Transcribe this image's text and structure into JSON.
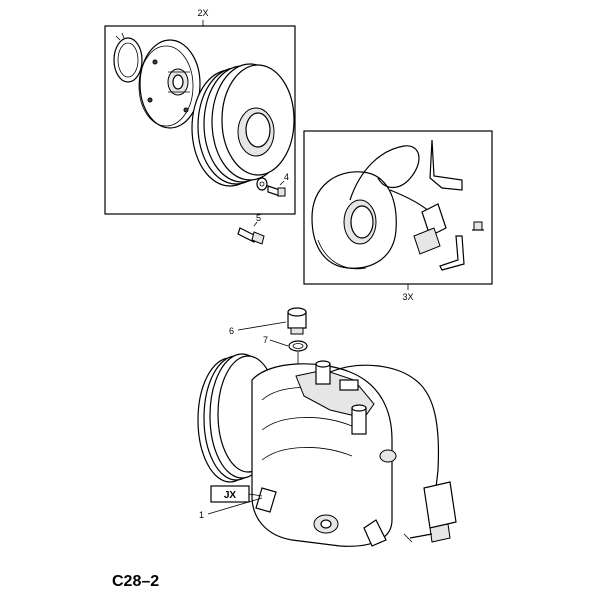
{
  "callouts": {
    "box_2_qty": "2X",
    "box_3_qty": "3X",
    "item_1": "1",
    "item_4": "4",
    "item_5": "5",
    "item_6": "6",
    "item_7": "7"
  },
  "tag_label": "JX",
  "figure_code": "C28–2"
}
